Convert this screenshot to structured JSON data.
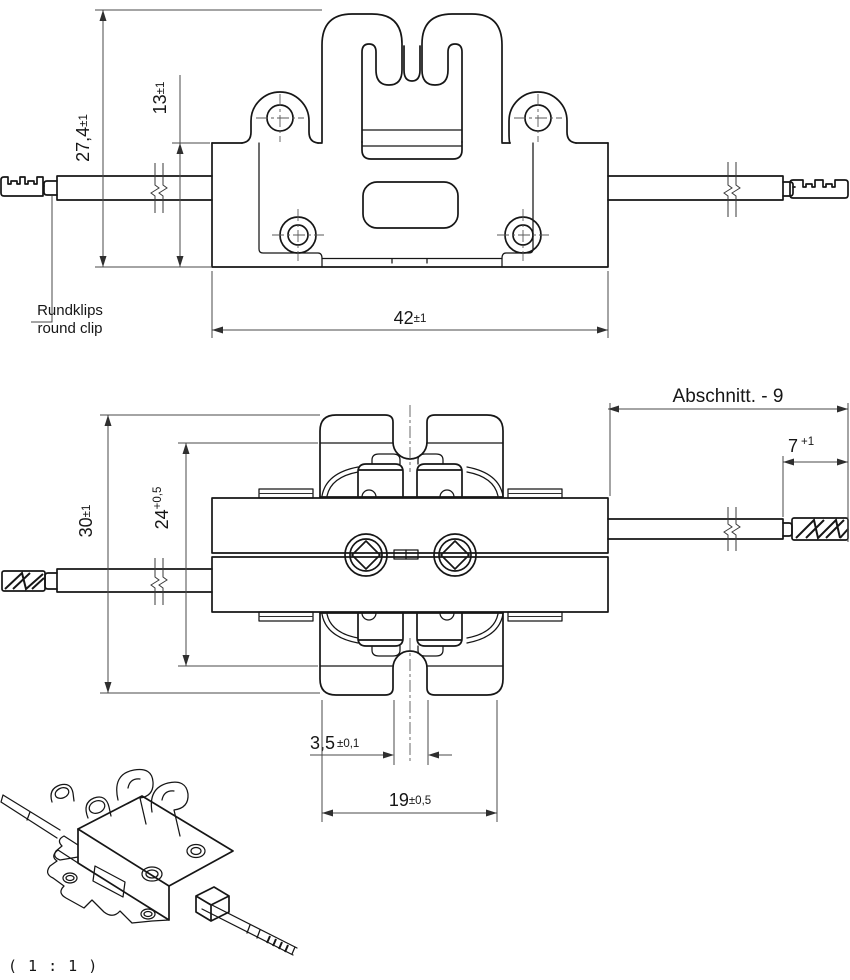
{
  "drawing": {
    "scale_label": "( 1 : 1 )",
    "annotations": {
      "abschnitt": "Abschnitt. - 9",
      "rundklips_de": "Rundklips",
      "rundklips_en": "round clip"
    },
    "dimensions": {
      "front_view": {
        "overall_height": {
          "value": "27,4",
          "tol": "±1"
        },
        "clip_height": {
          "value": "13",
          "tol": "±1"
        },
        "body_width": {
          "value": "42",
          "tol": "±1"
        }
      },
      "plan_view": {
        "overall_depth": {
          "value": "30",
          "tol": "±1"
        },
        "inner_depth": {
          "value": "24",
          "tol": "+0,5"
        },
        "cut_end": {
          "value": "7",
          "tol": "+1"
        },
        "notch_width": {
          "value": "3,5",
          "tol": "±0,1"
        },
        "plate_width": {
          "value": "19",
          "tol": "±0,5"
        }
      }
    },
    "colors": {
      "line": "#161616",
      "dim_line": "#4a4a4a",
      "background": "#ffffff"
    }
  }
}
